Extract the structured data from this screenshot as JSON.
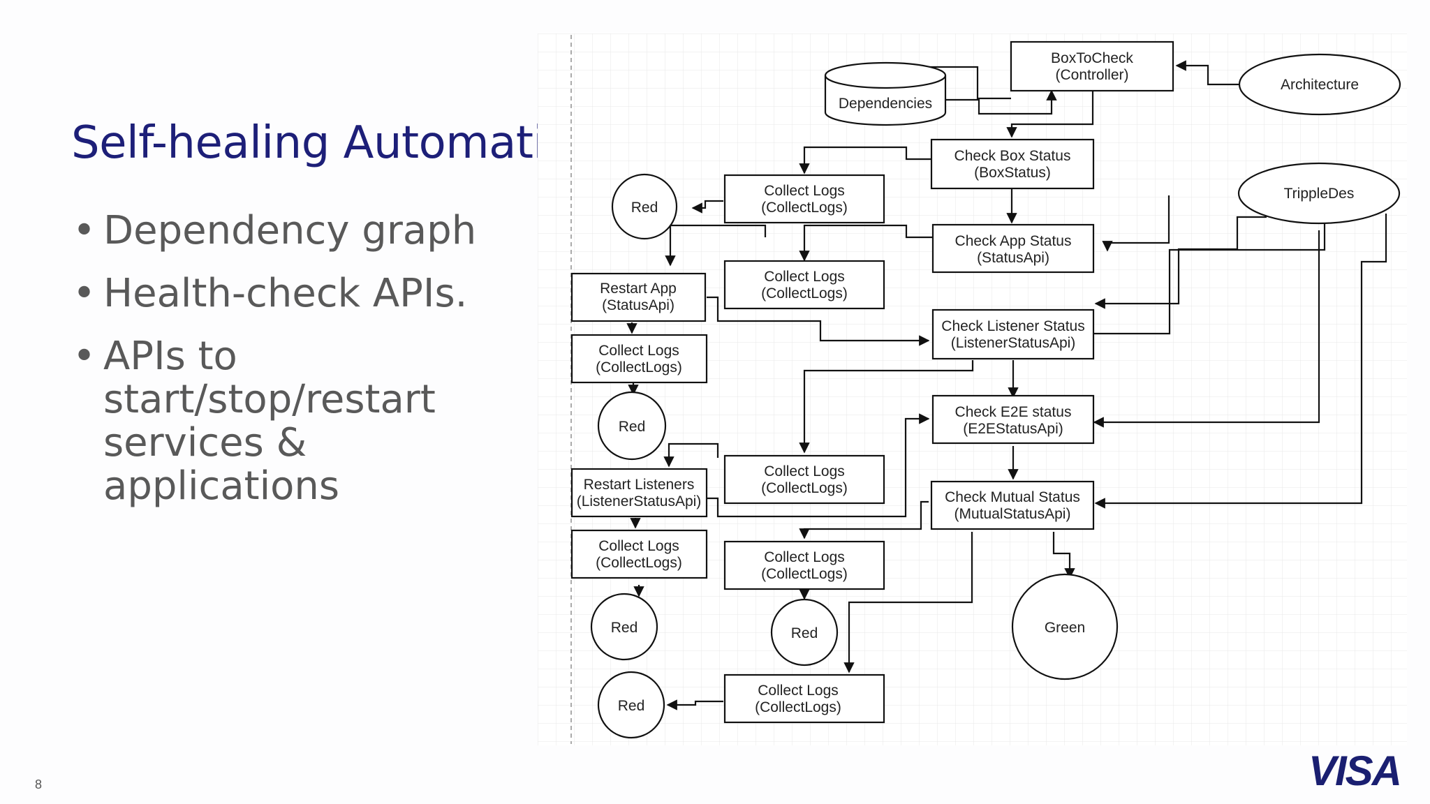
{
  "slide": {
    "title": "Self-healing Automatic",
    "bullets": [
      "Dependency graph",
      "Health-check APIs.",
      "APIs to start/stop/restart services & applications"
    ],
    "page_number": "8",
    "logo_text": "VISA",
    "colors": {
      "title": "#1d1f78",
      "bullet_text": "#595959",
      "logo": "#1a1f71"
    }
  },
  "diagram": {
    "nodes": {
      "box_to_check": [
        "BoxToCheck",
        "(Controller)"
      ],
      "architecture": "Architecture",
      "dependencies": "Dependencies",
      "check_box_status": [
        "Check Box Status",
        "(BoxStatus)"
      ],
      "tripple_des": "TrippleDes",
      "collect_logs_1": [
        "Collect Logs",
        "(CollectLogs)"
      ],
      "red_1": "Red",
      "check_app_status": [
        "Check App Status",
        "(StatusApi)"
      ],
      "collect_logs_2": [
        "Collect Logs",
        "(CollectLogs)"
      ],
      "restart_app": [
        "Restart App",
        "(StatusApi)"
      ],
      "check_listener_status": [
        "Check Listener Status",
        "(ListenerStatusApi)"
      ],
      "collect_logs_3": [
        "Collect Logs",
        "(CollectLogs)"
      ],
      "red_2": "Red",
      "check_e2e_status": [
        "Check E2E status",
        "(E2EStatusApi)"
      ],
      "collect_logs_4": [
        "Collect Logs",
        "(CollectLogs)"
      ],
      "restart_listeners": [
        "Restart Listeners",
        "(ListenerStatusApi)"
      ],
      "check_mutual_status": [
        "Check Mutual Status",
        "(MutualStatusApi)"
      ],
      "collect_logs_5": [
        "Collect Logs",
        "(CollectLogs)"
      ],
      "collect_logs_6": [
        "Collect Logs",
        "(CollectLogs)"
      ],
      "red_3": "Red",
      "red_4": "Red",
      "green": "Green",
      "collect_logs_7": [
        "Collect Logs",
        "(CollectLogs)"
      ],
      "red_5": "Red"
    }
  }
}
